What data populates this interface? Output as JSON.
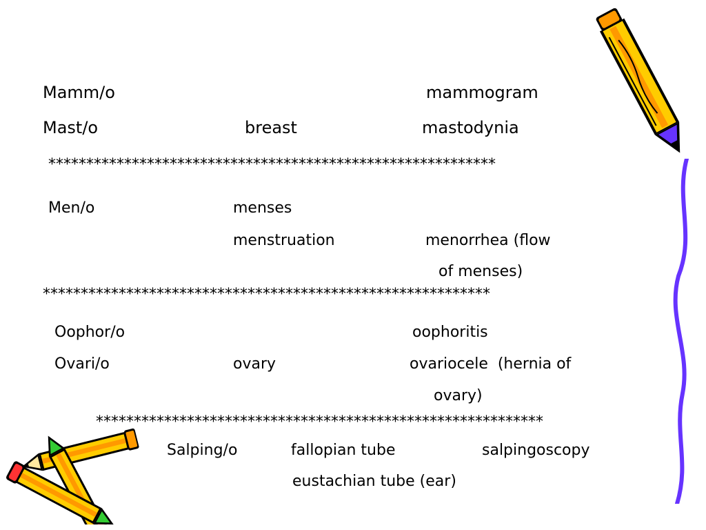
{
  "rows": {
    "mamm": {
      "prefix": "Mamm/o",
      "example": "mammogram"
    },
    "mast": {
      "prefix": "Mast/o",
      "meaning": "breast",
      "example": "mastodynia"
    },
    "men": {
      "prefix": "Men/o",
      "meaning1": "menses",
      "meaning2": "menstruation",
      "example_line1": "menorrhea (flow",
      "example_line2": "of menses)"
    },
    "oophor": {
      "prefix": "Oophor/o",
      "example": "oophoritis"
    },
    "ovari": {
      "prefix": "Ovari/o",
      "meaning": "ovary",
      "example_line1": "ovariocele  (hernia of",
      "example_line2": "ovary)"
    },
    "salping": {
      "prefix": "Salping/o",
      "meaning1": "fallopian tube",
      "meaning2": "eustachian tube (ear)",
      "example": "salpingoscopy"
    }
  },
  "separators": {
    "s1": "***********************************************************",
    "s2": "***********************************************************",
    "s3": "***********************************************************"
  },
  "decor": {
    "pencil_top_right": "pencil-icon",
    "pencils_bottom_left": "crossed-pencils-icon",
    "border_right": "wavy-border",
    "accent_purple": "#6633ff",
    "pencil_yellow": "#ffcc00",
    "pencil_orange": "#ff9900"
  }
}
